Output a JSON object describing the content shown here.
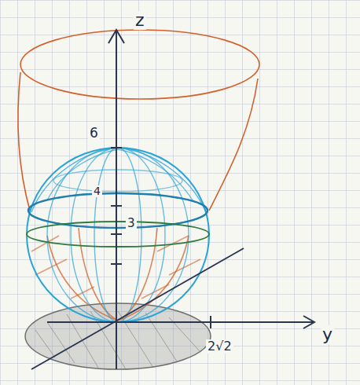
{
  "diagram": {
    "labels": [
      "z",
      "6",
      "4",
      "3",
      "y",
      "2√2"
    ]
  }
}
